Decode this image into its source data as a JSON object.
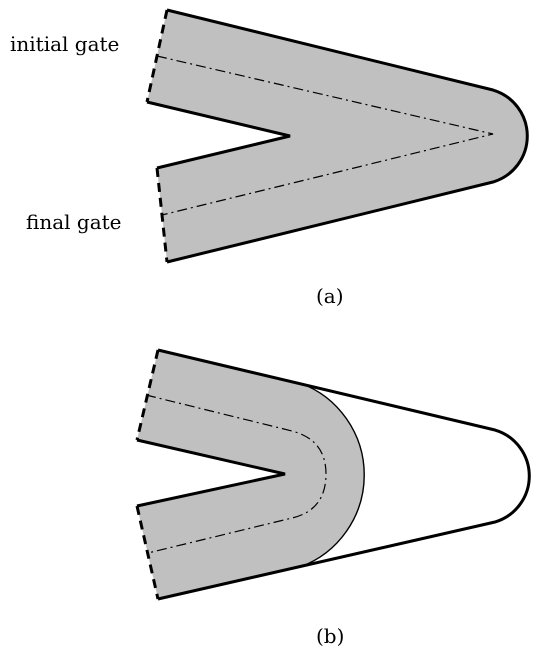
{
  "figure": {
    "panel_a": {
      "caption": "(a)",
      "label_initial_gate": "initial gate",
      "label_final_gate": "final gate"
    },
    "panel_b": {
      "caption": "(b)"
    }
  },
  "colors": {
    "track_fill": "#c0c0c0",
    "stroke": "#000000",
    "background": "#ffffff"
  }
}
